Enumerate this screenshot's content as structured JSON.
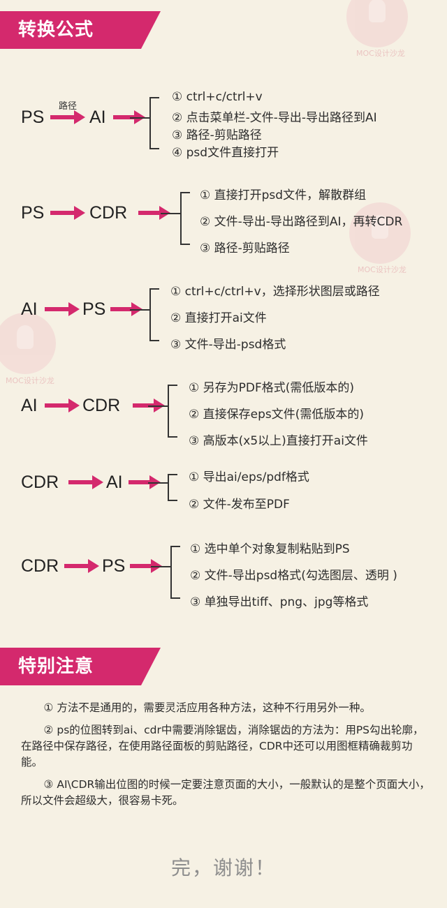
{
  "section1": {
    "title": "转换公式"
  },
  "section2": {
    "title": "特别注意"
  },
  "watermark": {
    "text": "MOC设计沙龙"
  },
  "conversions": [
    {
      "from": "PS",
      "to": "AI",
      "arrow_label": "路径",
      "methods": [
        "① ctrl+c/ctrl+v",
        "② 点击菜单栏-文件-导出-导出路径到AI",
        "③ 路径-剪贴路径",
        "④ psd文件直接打开"
      ]
    },
    {
      "from": "PS",
      "to": "CDR",
      "methods": [
        "① 直接打开psd文件，解散群组",
        "② 文件-导出-导出路径到AI，再转CDR",
        "③ 路径-剪贴路径"
      ]
    },
    {
      "from": "AI",
      "to": "PS",
      "methods": [
        "① ctrl+c/ctrl+v，选择形状图层或路径",
        "② 直接打开ai文件",
        "③ 文件-导出-psd格式"
      ]
    },
    {
      "from": "AI",
      "to": "CDR",
      "methods": [
        "① 另存为PDF格式(需低版本的)",
        "② 直接保存eps文件(需低版本的)",
        "③ 高版本(x5以上)直接打开ai文件"
      ]
    },
    {
      "from": "CDR",
      "to": "AI",
      "methods": [
        "① 导出ai/eps/pdf格式",
        "② 文件-发布至PDF"
      ]
    },
    {
      "from": "CDR",
      "to": "PS",
      "methods": [
        "① 选中单个对象复制粘贴到PS",
        "② 文件-导出psd格式(勾选图层、透明 )",
        "③ 单独导出tiff、png、jpg等格式"
      ]
    }
  ],
  "notes": [
    "① 方法不是通用的，需要灵活应用各种方法，这种不行用另外一种。",
    "② ps的位图转到ai、cdr中需要消除锯齿，消除锯齿的方法为：用PS勾出轮廓，在路径中保存路径，在使用路径面板的剪贴路径，CDR中还可以用图框精确裁剪功能。",
    "③ AI\\CDR输出位图的时候一定要注意页面的大小，一般默认的是整个页面大小，所以文件会超级大，很容易卡死。"
  ],
  "thanks": "完，谢谢！",
  "colors": {
    "accent": "#d4296d",
    "background": "#f6f1e4"
  }
}
